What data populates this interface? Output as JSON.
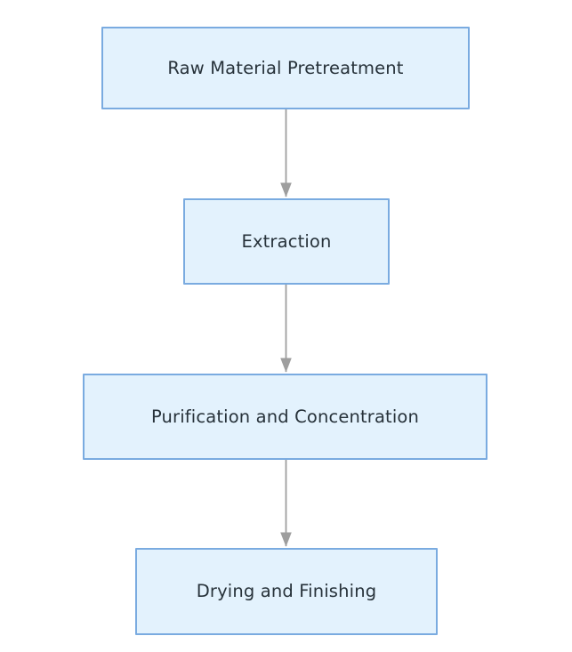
{
  "diagram": {
    "type": "flowchart",
    "orientation": "top-to-bottom",
    "background_color": "#ffffff",
    "node_fill_color": "#e3f2fd",
    "node_border_color": "#7aabe0",
    "node_text_color": "#27323a",
    "edge_color": "#9e9e9e",
    "nodes": [
      {
        "id": "pretreatment",
        "label": "Raw Material Pretreatment"
      },
      {
        "id": "extraction",
        "label": "Extraction"
      },
      {
        "id": "purification",
        "label": "Purification and Concentration"
      },
      {
        "id": "drying",
        "label": "Drying and Finishing"
      }
    ],
    "edges": [
      {
        "from": "pretreatment",
        "to": "extraction",
        "label": ""
      },
      {
        "from": "extraction",
        "to": "purification",
        "label": ""
      },
      {
        "from": "purification",
        "to": "drying",
        "label": ""
      }
    ]
  }
}
